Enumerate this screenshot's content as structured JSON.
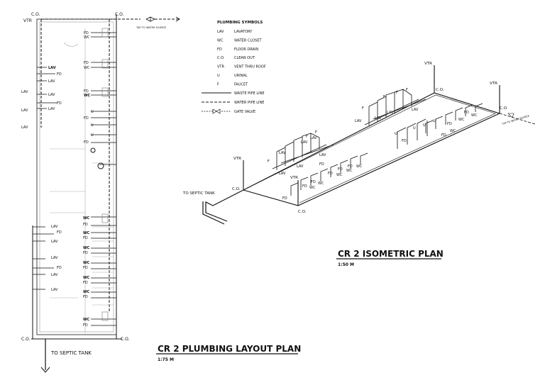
{
  "legend": {
    "heading": "PLUMBING SYMBOLS",
    "items": [
      {
        "code": "LAV",
        "desc": "LAVATORY"
      },
      {
        "code": "WC",
        "desc": "WATER CLOSET"
      },
      {
        "code": "FD",
        "desc": "FLOOR DRAIN"
      },
      {
        "code": "C.O.",
        "desc": "CLEAN OUT"
      },
      {
        "code": "VTR",
        "desc": "VENT THRU ROOF"
      },
      {
        "code": "U",
        "desc": "URINAL"
      },
      {
        "code": "F",
        "desc": "FAUCET"
      }
    ],
    "lines": [
      {
        "style": "solid",
        "desc": "WASTE PIPE LINE"
      },
      {
        "style": "dashed",
        "desc": "WATER PIPE LINE"
      },
      {
        "style": "valve",
        "desc": "GATE VALVE"
      }
    ]
  },
  "layout_plan": {
    "title": "CR 2 PLUMBING LAYOUT PLAN",
    "scale": "1:75 M",
    "vtr": "VTR",
    "co": "C.O.",
    "septic": "TO SEPTIC TANK",
    "water_source": "TAP TO WATER SOURCE",
    "lav": "LAV",
    "fd": "FD",
    "wc": "WC",
    "u": "U"
  },
  "iso_plan": {
    "title": "CR 2 ISOMETRIC PLAN",
    "scale": "1:50 M",
    "vtr": "VTR",
    "co": "C.O.",
    "septic": "TO SEPTIC TANK",
    "water_source": "TAP TO WATER SOURCE",
    "lav": "LAV",
    "fd": "FD",
    "wc": "WC",
    "u": "U",
    "f": "F"
  }
}
